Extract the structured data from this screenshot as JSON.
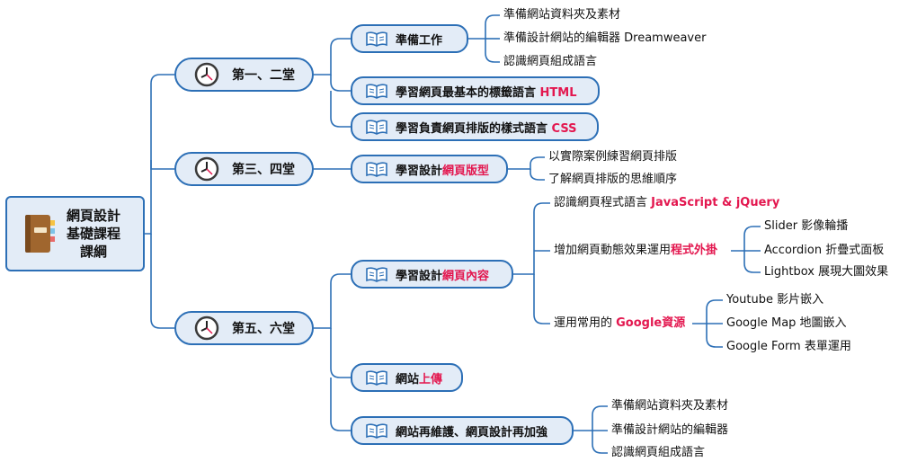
{
  "root": {
    "line1": "網頁設計",
    "line2": "基礎課程",
    "line3": "課綱",
    "icon": "notebook-icon"
  },
  "lessons": [
    {
      "label": "第一、二堂",
      "icon": "clock-icon"
    },
    {
      "label": "第三、四堂",
      "icon": "clock-icon"
    },
    {
      "label": "第五、六堂",
      "icon": "clock-icon"
    }
  ],
  "topics": [
    {
      "pre": "準備工作",
      "hl": ""
    },
    {
      "pre": "學習網頁最基本的標籤語言 ",
      "hl": "HTML"
    },
    {
      "pre": "學習負責網頁排版的樣式語言 ",
      "hl": "CSS"
    },
    {
      "pre": "學習設計",
      "hl": "網頁版型"
    },
    {
      "pre": "學習設計",
      "hl": "網頁內容"
    },
    {
      "pre": "網站",
      "hl": "上傳"
    },
    {
      "pre": "網站再維護、網頁設計再加強",
      "hl": ""
    }
  ],
  "leaves": {
    "prep": [
      "準備網站資料夾及素材",
      "準備設計網站的編輯器 Dreamweaver",
      "認識網頁組成語言"
    ],
    "layout": [
      "以實際案例練習網頁排版",
      "了解網頁排版的思維順序"
    ],
    "content": [
      {
        "pre": "認識網頁程式語言 ",
        "hl": "JavaScript & jQuery"
      },
      {
        "pre": "增加網頁動態效果運用",
        "hl": "程式外掛"
      },
      {
        "pre": "運用常用的 ",
        "hl": "Google資源"
      }
    ],
    "plugins": [
      "Slider 影像輪播",
      "Accordion 折疊式面板",
      "Lightbox 展現大圖效果"
    ],
    "google": [
      "Youtube 影片嵌入",
      "Google Map 地圖嵌入",
      "Google Form 表單運用"
    ],
    "maintain": [
      "準備網站資料夾及素材",
      "準備設計網站的編輯器",
      "認識網頁組成語言"
    ]
  },
  "colors": {
    "line": "#2c6fb6",
    "node_fill": "#e3ecf7",
    "highlight": "#e3174f",
    "book": "#2c6fb6"
  }
}
